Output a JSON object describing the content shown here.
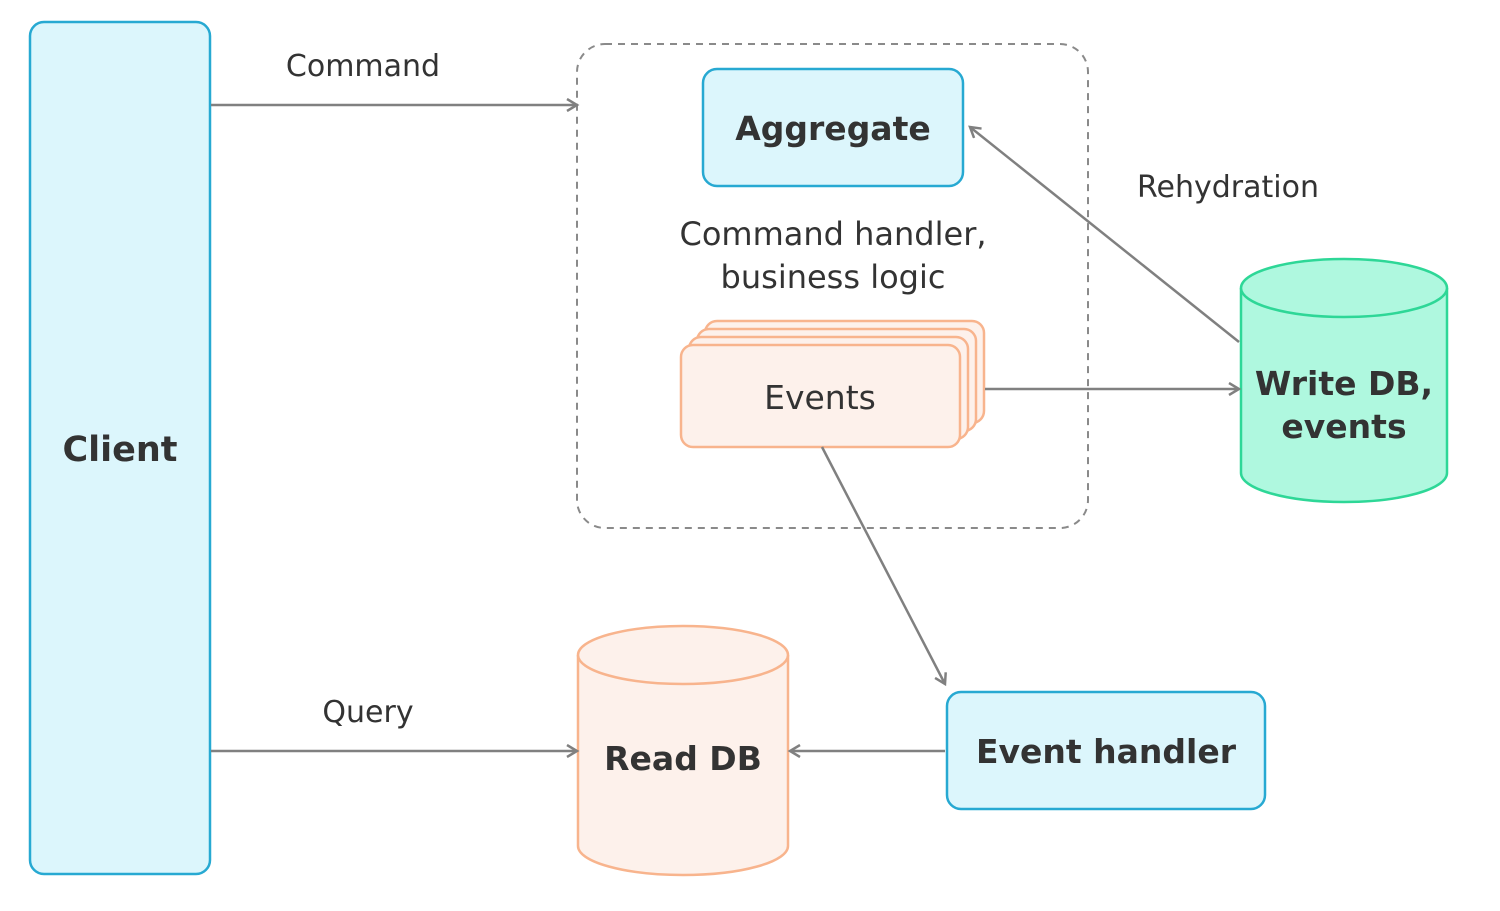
{
  "nodes": {
    "client": {
      "label": "Client"
    },
    "aggregate": {
      "label": "Aggregate"
    },
    "command_handler": {
      "line1": "Command handler,",
      "line2": "business logic"
    },
    "events": {
      "label": "Events"
    },
    "write_db": {
      "line1": "Write DB,",
      "line2": "events"
    },
    "read_db": {
      "label": "Read DB"
    },
    "event_handler": {
      "label": "Event handler"
    }
  },
  "edges": {
    "command": {
      "label": "Command"
    },
    "query": {
      "label": "Query"
    },
    "rehydration": {
      "label": "Rehydration"
    }
  },
  "colors": {
    "blue_fill": "#dcf6fc",
    "blue_stroke": "#27a9d2",
    "green_fill": "#aff8df",
    "green_stroke": "#2ed797",
    "orange_fill": "#fdf1eb",
    "orange_stroke": "#f8b48d",
    "arrow": "#808080",
    "dashed_border": "#8a8a8a",
    "text": "#333333"
  }
}
